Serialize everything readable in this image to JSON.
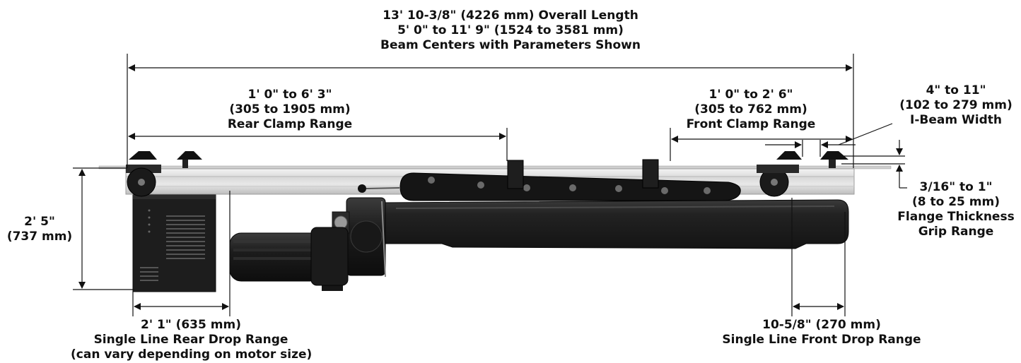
{
  "overall": {
    "line1": "13' 10-3/8\" (4226 mm) Overall Length",
    "line2": "5' 0\" to 11' 9\" (1524 to 3581 mm)",
    "line3": "Beam Centers with Parameters Shown"
  },
  "rear_clamp": {
    "line1": "1' 0\" to 6' 3\"",
    "line2": "(305 to 1905 mm)",
    "line3": "Rear Clamp Range"
  },
  "front_clamp": {
    "line1": "1' 0\" to 2' 6\"",
    "line2": "(305 to 762 mm)",
    "line3": "Front Clamp Range"
  },
  "ibeam_width": {
    "line1": "4\" to 11\"",
    "line2": "(102 to 279 mm)",
    "line3": "I-Beam Width"
  },
  "flange": {
    "line1": "3/16\" to 1\"",
    "line2": "(8 to 25 mm)",
    "line3": "Flange Thickness",
    "line4": "Grip Range"
  },
  "height": {
    "line1": "2' 5\"",
    "line2": "(737 mm)"
  },
  "rear_drop": {
    "line1": "2' 1\" (635 mm)",
    "line2": "Single Line Rear Drop Range",
    "line3": "(can vary depending on motor size)"
  },
  "front_drop": {
    "line1": "10-5/8\" (270 mm)",
    "line2": "Single Line Front Drop Range"
  }
}
